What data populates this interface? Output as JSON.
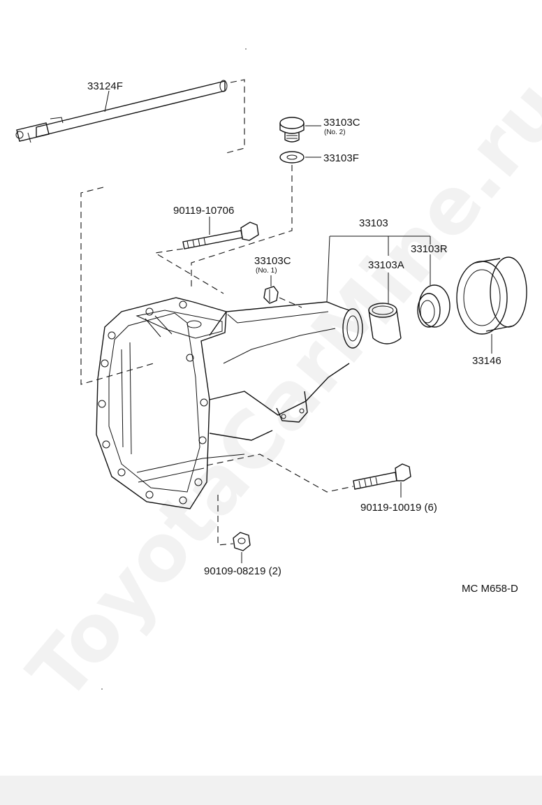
{
  "labels": {
    "rod": "33124F",
    "plug_no2": "33103C",
    "plug_no2_note": "(No. 2)",
    "gasket": "33103F",
    "bolt_long": "90119-10706",
    "housing_assy": "33103",
    "plug_no1": "33103C",
    "plug_no1_note": "(No. 1)",
    "bushing": "33103A",
    "seal": "33103R",
    "dust_cover": "33146",
    "bolt_lower": "90119-10019",
    "bolt_lower_qty": "(6)",
    "nut": "90109-08219",
    "nut_qty": "(2)",
    "diagram_code": "MC M658-D"
  },
  "watermark": "ToyotaCarMine.ru",
  "colors": {
    "line": "#111111",
    "paper": "#ffffff",
    "margin": "#f1f1f1"
  }
}
